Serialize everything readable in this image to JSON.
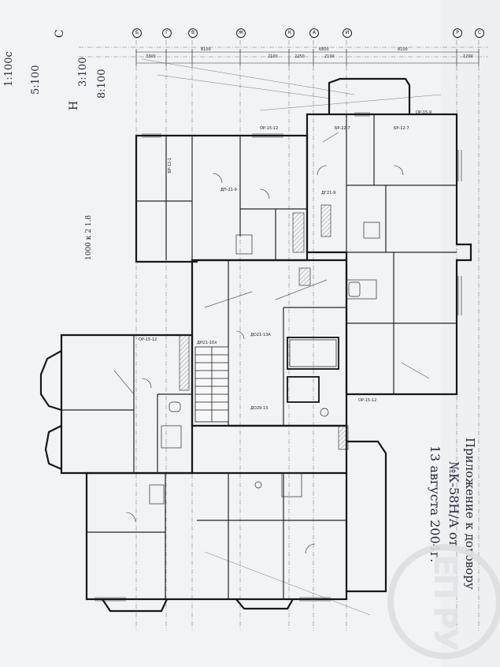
{
  "annotations": {
    "contract_line1": "Приложение к договору",
    "contract_line2": "№К-58Н/А от",
    "contract_line3": "13 августа 2004г.",
    "left_notes": [
      "1:100с",
      "5:100",
      "3:100",
      "8:100",
      "Н",
      "С"
    ],
    "side_note": "1000 к 2 1.8"
  },
  "dimensions": {
    "top": [
      "3300",
      "8100",
      "2100",
      "6800",
      "2250",
      "2100",
      "8100",
      "1200"
    ]
  },
  "axes": [
    "Б",
    "Г",
    "В",
    "Ж",
    "К",
    "А",
    "И",
    "Р",
    "С"
  ],
  "room_tags": [
    "ОР-15-12",
    "ОР-15-9",
    "БР-22-7",
    "БР-12-7",
    "БР-12-1",
    "ДП-21-9",
    "ДГ21-9",
    "ДО21-13А",
    "ДН21-10л",
    "ДО29-13",
    "ОР-15-12",
    "ОР-15-12"
  ],
  "stamp": {
    "text": "ЕП РУ"
  }
}
